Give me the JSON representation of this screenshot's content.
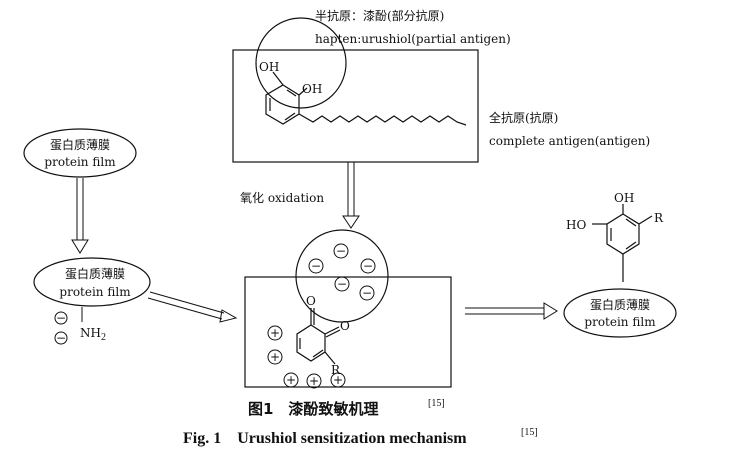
{
  "hapten": {
    "label_cn": "半抗原：漆酚(部分抗原)",
    "label_en": "hapten:urushiol(partial antigen)"
  },
  "complete_antigen": {
    "label_cn": "全抗原(抗原)",
    "label_en": "complete antigen(antigen)"
  },
  "top_molecule": {
    "oh1": "OH",
    "oh2": "OH"
  },
  "oxidation": {
    "label": "氧化 oxidation"
  },
  "protein_film_top": {
    "label_cn": "蛋白质薄膜",
    "label_en": "protein film"
  },
  "protein_film_mid": {
    "label_cn": "蛋白质薄膜",
    "label_en": "protein film",
    "amine": "NH",
    "amine_sub": "2",
    "minus": "−"
  },
  "protein_film_right": {
    "label_cn": "蛋白质薄膜",
    "label_en": "protein film"
  },
  "quinone": {
    "o1": "O",
    "o2": "O",
    "r": "R",
    "minus": "−",
    "plus": "+"
  },
  "right_molecule": {
    "ho": "HO",
    "oh": "OH",
    "r": "R"
  },
  "caption": {
    "cn": "图1　漆酚致敏机理",
    "en": "Fig. 1　Urushiol sensitization mechanism",
    "ref": "[15]"
  }
}
